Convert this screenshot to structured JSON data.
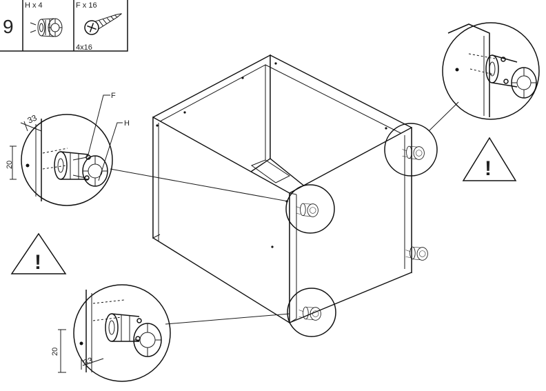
{
  "step": {
    "number": "9"
  },
  "parts": [
    {
      "label": "H x 4",
      "icon": "leg-foot-icon"
    },
    {
      "label": "F x 16",
      "icon": "screw-icon",
      "size": "4x16"
    }
  ],
  "callouts": {
    "screw_letter": "F",
    "leg_letter": "H"
  },
  "dimensions": {
    "top_offset": "33",
    "top_vertical": "20",
    "bottom_offset": "33",
    "bottom_vertical": "20"
  },
  "warnings": [
    {
      "symbol": "!"
    },
    {
      "symbol": "!"
    }
  ],
  "colors": {
    "line": "#111111",
    "background": "#ffffff"
  }
}
